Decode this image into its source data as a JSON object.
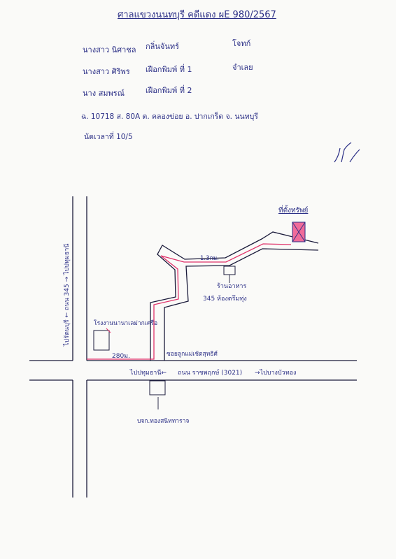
{
  "header": {
    "title": "ศาลแขวงนนทบุรี คดีแดง ผE 980/2567"
  },
  "parties": [
    {
      "name": "นางสาว นิศาชล",
      "detail": "กลิ่นจันทร์",
      "role": "โจทก์"
    },
    {
      "name": "นางสาว ศิริพร",
      "detail": "เฝือกพิมพ์ ที่ 1",
      "role": "จำเลย"
    },
    {
      "name": "นาง สมพรณ์",
      "detail": "เฝือกพิมพ์ ที่ 2",
      "role": ""
    }
  ],
  "address": "ฉ. 10718 ส. 80A ต. คลองข่อย อ. ปากเกร็ด จ. นนทบุรี",
  "appointment": "นัดเวลาที่ 10/5",
  "map": {
    "target_label": "ที่ตั้งทรัพย์",
    "distance_upper": "1.3กม.",
    "shop_label": "ร้านอาหาร",
    "shop_number": "345 ห้องตรึมทุ่ง",
    "vertical_road_label": "ไปรัตนบุรี ← ถนน 345 → ไปปทุมธานี",
    "factory_label": "โรงงานนานาเลม่ากเครือ",
    "distance_lower": "280ม.",
    "soi_label": "ซอยลูกแม่เช้ตสุทธิศ์",
    "main_road_left": "ไปปทุมธานี←",
    "main_road_label": "ถนน ราชพฤกษ์ (3021)",
    "main_road_right": "→ไปบางบัวทอง",
    "landmark_label": "บจก.ทองสนิททาราจ"
  },
  "signature": "signature-mark",
  "colors": {
    "ink": "#2b2f86",
    "route": "#e0336b",
    "property_fill": "#f06b9a",
    "road": "#1a1a3a"
  }
}
